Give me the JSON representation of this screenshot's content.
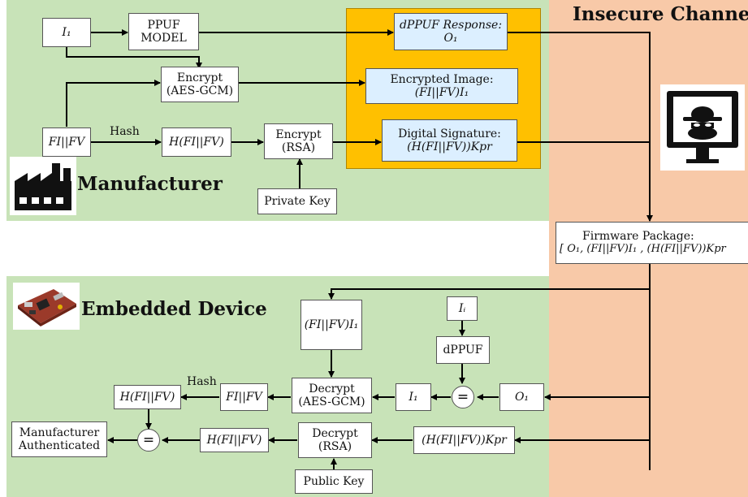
{
  "colors": {
    "manufacturer_bg": "#c8e3b8",
    "device_bg": "#c8e3b8",
    "channel_bg": "#f8c9a8",
    "highlight_bg": "#ffc000",
    "cipher_box_bg": "#dcefff"
  },
  "icons": {
    "factory": "factory-icon",
    "hacker": "hacker-monitor-icon",
    "board": "embedded-board-icon"
  },
  "manufacturer": {
    "title": "Manufacturer",
    "i1": "I₁",
    "ppuf_model": "PPUF MODEL",
    "encrypt_aes": "Encrypt (AES-GCM)",
    "fi_fv": "FI||FV",
    "hash_label": "Hash",
    "hash_fi_fv": "H(FI||FV)",
    "encrypt_rsa": "Encrypt (RSA)",
    "private_key": "Private Key",
    "dppuf_response_title": "dPPUF Response:",
    "dppuf_response_value": "O₁",
    "encrypted_image_title": "Encrypted Image:",
    "encrypted_image_value": "(FI||FV)I₁",
    "digital_signature_title": "Digital Signature:",
    "digital_signature_value": "(H(FI||FV))Kpr"
  },
  "channel": {
    "title": "Insecure Channel",
    "firmware_package_title": "Firmware Package:",
    "firmware_package_value": "[ O₁, (FI||FV)I₁ , (H(FI||FV))Kpr"
  },
  "device": {
    "title": "Embedded Device",
    "enc_image": "(FI||FV)I₁",
    "ii": "Iᵢ",
    "dppuf": "dPPUF",
    "decrypt_aes": "Decrypt (AES-GCM)",
    "i1": "I₁",
    "equals": "=",
    "o1": "O₁",
    "fi_fv": "FI||FV",
    "hash_label": "Hash",
    "hash_fi_fv_top": "H(FI||FV)",
    "decrypt_rsa": "Decrypt (RSA)",
    "hash_fi_fv_bottom": "H(FI||FV)",
    "signature": "(H(FI||FV))Kpr",
    "public_key": "Public Key",
    "authenticated": "Manufacturer Authenticated"
  }
}
